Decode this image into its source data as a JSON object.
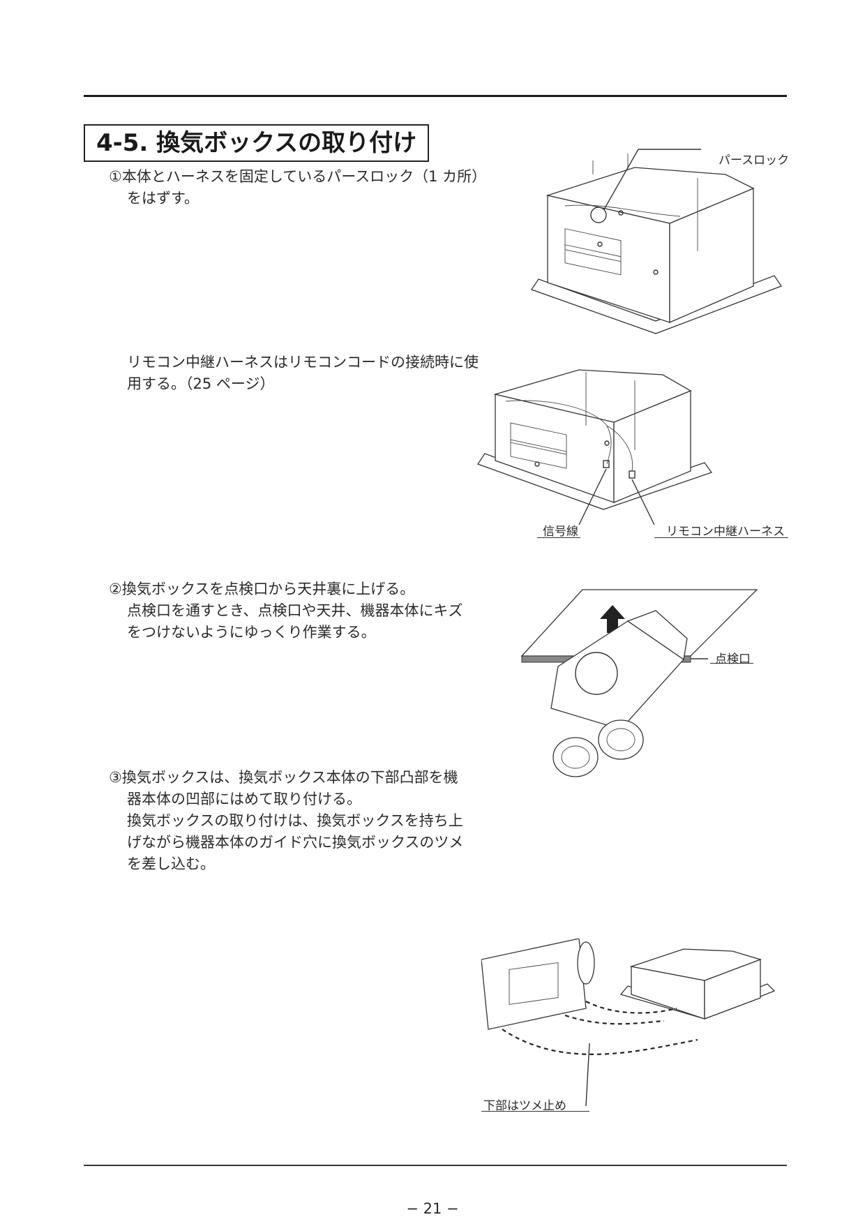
{
  "section": {
    "title": "4-5. 換気ボックスの取り付け"
  },
  "step1": {
    "line1": "①本体とハーネスを固定しているパースロック（1 カ所）",
    "line2": "をはずす。"
  },
  "note1": {
    "line1": "リモコン中継ハーネスはリモコンコードの接続時に使",
    "line2": "用する。（25 ページ）"
  },
  "step2": {
    "line1": "②換気ボックスを点検口から天井裏に上げる。",
    "line2": "点検口を通すとき、点検口や天井、機器本体にキズ",
    "line3": "をつけないようにゆっくり作業する。"
  },
  "step3": {
    "line1": "③換気ボックスは、換気ボックス本体の下部凸部を機",
    "line2": "器本体の凹部にはめて取り付ける。",
    "line3": "換気ボックスの取り付けは、換気ボックスを持ち上",
    "line4": "げながら機器本体のガイド穴に換気ボックスのツメ",
    "line5": "を差し込む。"
  },
  "figure1": {
    "callout": "パースロック"
  },
  "figure2": {
    "callout_signal": "信号線",
    "callout_harness": "リモコン中継ハーネス"
  },
  "figure3": {
    "callout": "点検口"
  },
  "figure4": {
    "callout": "下部はツメ止め"
  },
  "footer": {
    "page_number": "− 21 −"
  }
}
